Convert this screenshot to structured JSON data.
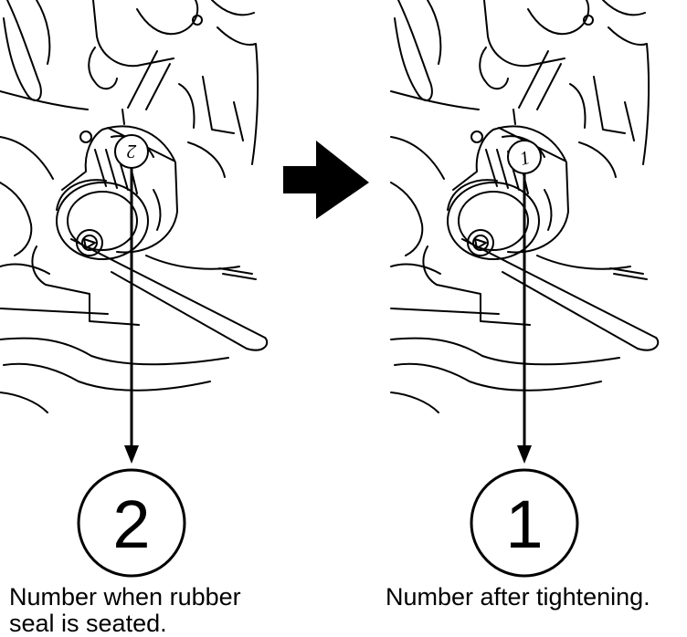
{
  "left_panel": {
    "filter_mark": "2",
    "callout_number": "2",
    "caption_line1": "Number when rubber",
    "caption_line2": "seal is seated."
  },
  "right_panel": {
    "filter_mark": "1",
    "callout_number": "1",
    "caption": "Number after tightening."
  },
  "icons": {
    "progress_arrow": "arrow-right-icon"
  },
  "colors": {
    "line": "#000000",
    "background": "#ffffff"
  }
}
